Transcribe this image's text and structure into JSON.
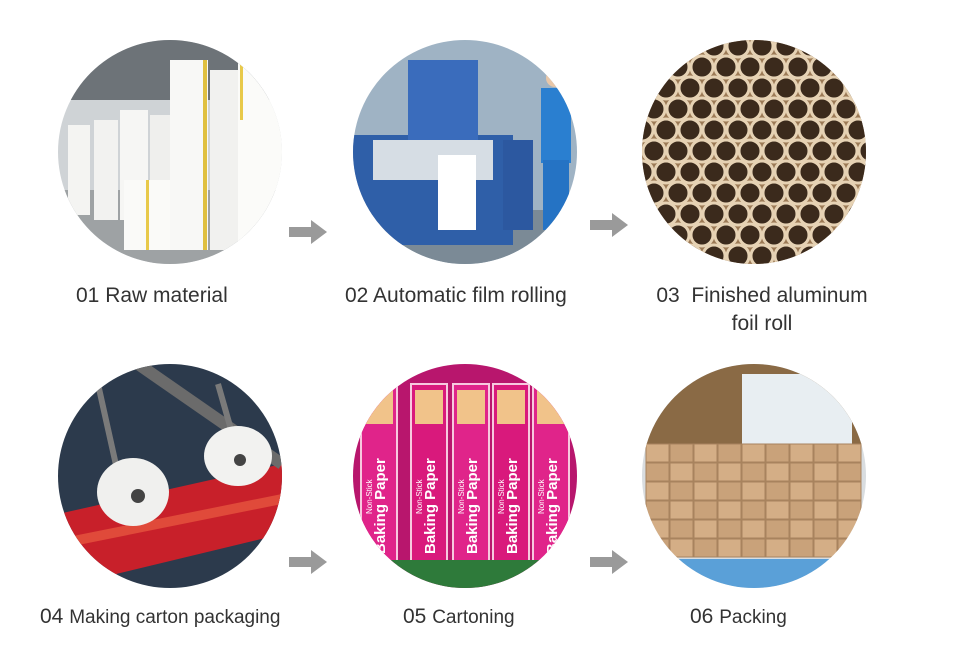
{
  "steps": [
    {
      "num": "01",
      "name": "Raw material"
    },
    {
      "num": "02",
      "name": "Automatic film rolling"
    },
    {
      "num": "03",
      "name": "Finished aluminum",
      "name_line2": "foil roll"
    },
    {
      "num": "04",
      "name": "Making carton packaging"
    },
    {
      "num": "05",
      "name": "Cartoning"
    },
    {
      "num": "06",
      "name": "Packing"
    }
  ],
  "box_text": {
    "line1": "Non-Stick",
    "line2": "Baking Paper"
  },
  "colors": {
    "arrow": "#9a9a9a",
    "text": "#333333",
    "box_pink": "#d9197c",
    "operator_blue": "#2a7fd0"
  }
}
